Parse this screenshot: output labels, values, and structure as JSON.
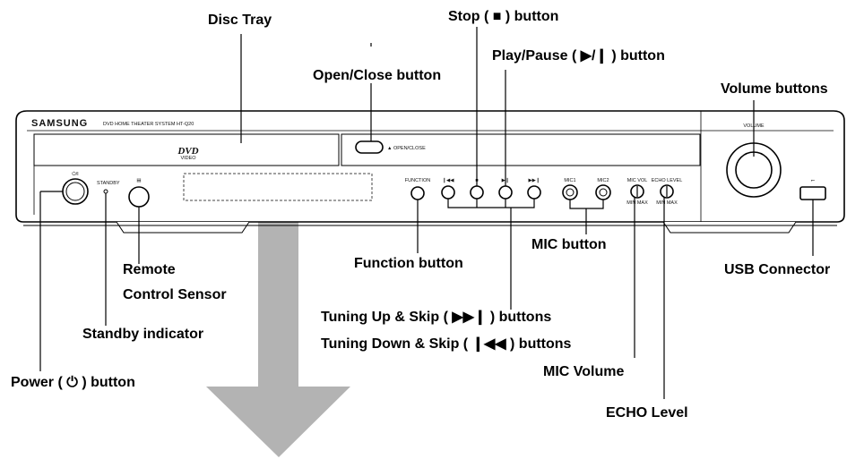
{
  "callouts": {
    "disc_tray": "Disc Tray",
    "stop": "Stop ( ■ ) button",
    "play_pause": "Play/Pause ( ▶/❙ ) button",
    "open_close": "Open/Close button",
    "volume": "Volume buttons",
    "remote_line1": "Remote",
    "remote_line2": "Control Sensor",
    "function": "Function button",
    "mic_button": "MIC button",
    "usb": "USB Connector",
    "tuning_up": "Tuning Up & Skip ( ▶▶❙ ) buttons",
    "tuning_down": "Tuning Down & Skip ( ❙◀◀ ) buttons",
    "standby_indicator": "Standby indicator",
    "mic_volume": "MIC Volume",
    "power": "Power ( ⏻ ) button",
    "echo_level": "ECHO Level"
  },
  "panel": {
    "brand": "SAMSUNG",
    "model": "DVD HOME THEATER SYSTEM  HT-Q20",
    "dvd_logo": "DVD",
    "dvd_sub": "VIDEO",
    "open_close": "▲ OPEN/CLOSE",
    "standby": "STANDBY",
    "power_symbol": "⏻/I",
    "function": "FUNCTION",
    "skip_back": "❙◀◀",
    "stop": "■",
    "play_pause": "▶❙",
    "skip_fwd": "▶▶❙",
    "mic1": "MIC1",
    "mic2": "MIC2",
    "mic_vol": "MIC VOL",
    "echo_level": "ECHO LEVEL",
    "min_max": "MIN    MAX",
    "volume": "VOLUME",
    "usb_symbol": "⭠",
    "remote_symbol": "▤"
  },
  "colors": {
    "arrow": "#b3b3b3",
    "line": "#000000"
  }
}
